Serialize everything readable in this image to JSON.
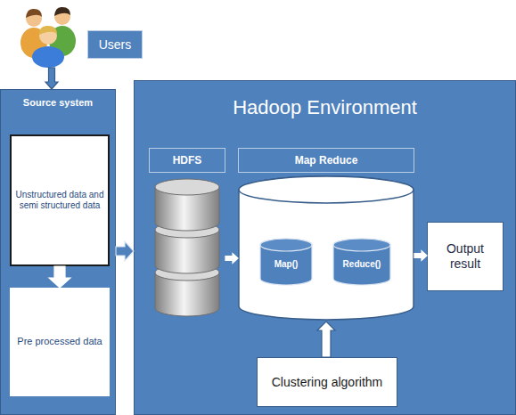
{
  "diagram": {
    "nodes": [
      {
        "text": [
          "Users"
        ]
      },
      {
        "text": [
          "Source system"
        ]
      },
      {
        "text": [
          "Unstructured data and semi structured data"
        ],
        "in": 1
      },
      {
        "text": [
          "Pre processed data"
        ],
        "in": 1
      },
      {
        "text": [
          "Hadoop Environment"
        ]
      },
      {
        "text": [
          "HDFS"
        ],
        "in": 4
      },
      {
        "text": [
          "Map Reduce"
        ],
        "in": 4
      },
      {
        "text": [
          "Map()"
        ],
        "in": 6
      },
      {
        "text": [
          "Reduce()"
        ],
        "in": 6
      },
      {
        "text": [
          "Output result"
        ],
        "in": 4
      },
      {
        "text": [
          "Clustering algorithm"
        ],
        "in": 4
      }
    ],
    "edges": [
      {
        "from": 0,
        "to": 1,
        "arrow": "to"
      },
      {
        "from": 2,
        "to": 3,
        "arrow": "to"
      },
      {
        "from": 1,
        "to": 4,
        "arrow": "to"
      },
      {
        "from": 5,
        "to": 6,
        "arrow": "to"
      },
      {
        "from": 6,
        "to": 9,
        "arrow": "to"
      },
      {
        "from": 10,
        "to": 6,
        "arrow": "to"
      }
    ]
  }
}
